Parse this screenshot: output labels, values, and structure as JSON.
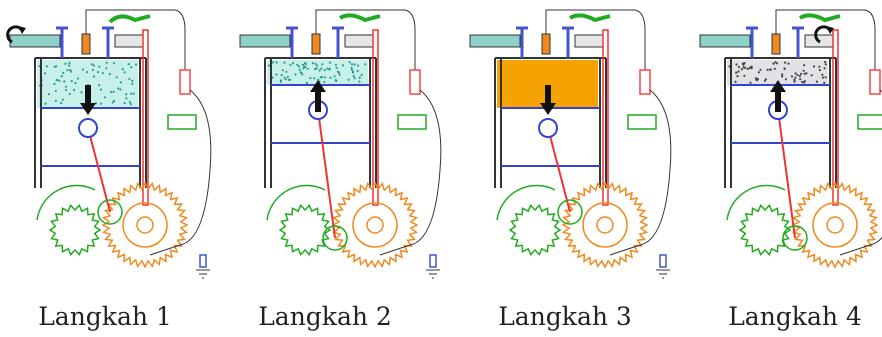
{
  "steps": [
    {
      "label": "Langkah 1",
      "piston": "down",
      "charge": "mix",
      "cam": "intake",
      "rot": true
    },
    {
      "label": "Langkah 2",
      "piston": "up",
      "charge": "mix",
      "cam": "closed",
      "rot": false
    },
    {
      "label": "Langkah 3",
      "piston": "down",
      "charge": "burn",
      "cam": "closed",
      "rot": false
    },
    {
      "label": "Langkah 4",
      "piston": "up",
      "charge": "exhaust",
      "cam": "exhaust",
      "rot": true
    }
  ],
  "colors": {
    "cylinder": "#333333",
    "piston_line": "#3344cc",
    "rod": "#ee3333",
    "gear_big": "#f08a20",
    "gear_small": "#22aa22",
    "charge_dot": "#2a9d8f",
    "charge_bg": "#c8f0ea",
    "burn": "#f4a300",
    "exhaust_dot": "#444444",
    "exhaust_bg": "#e2e2e6",
    "arrow": "#111111",
    "intake_pipe": "#8fd0c8",
    "plug": "#f08a20",
    "coil": "#ff4444",
    "battery": "#22aa22",
    "valve": "#4455cc"
  }
}
